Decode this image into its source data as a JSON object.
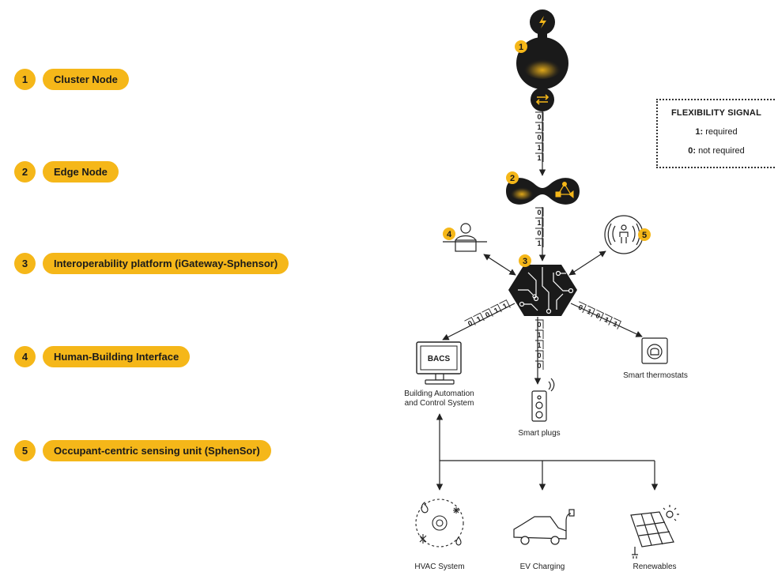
{
  "legend": [
    {
      "num": "1",
      "label": "Cluster Node"
    },
    {
      "num": "2",
      "label": "Edge Node"
    },
    {
      "num": "3",
      "label": "Interoperability platform (iGateway-Sphensor)"
    },
    {
      "num": "4",
      "label": "Human-Building Interface"
    },
    {
      "num": "5",
      "label": "Occupant-centric sensing unit (SphenSor)"
    }
  ],
  "flexibility_signal": {
    "title": "FLEXIBILITY SIGNAL",
    "required_key": "1:",
    "required_text": "required",
    "not_required_key": "0:",
    "not_required_text": "not required"
  },
  "nodes": {
    "n1": "1",
    "n2": "2",
    "n3": "3",
    "n4": "4",
    "n5": "5",
    "bacs": "BACS"
  },
  "labels": {
    "bacs_line1": "Building Automation",
    "bacs_line2": "and Control System",
    "smart_thermostats": "Smart thermostats",
    "smart_plugs": "Smart plugs",
    "hvac": "HVAC System",
    "ev": "EV Charging",
    "renewables": "Renewables"
  },
  "bit_streams": {
    "cluster_to_edge": [
      "0",
      "1",
      "0",
      "1",
      "1"
    ],
    "edge_to_platform": [
      "0",
      "1",
      "0",
      "1"
    ],
    "platform_to_bacs": [
      "0",
      "1",
      "0",
      "1",
      "1"
    ],
    "platform_to_plugs": [
      "0",
      "1",
      "1",
      "0",
      "0"
    ],
    "platform_to_thermostats": [
      "0",
      "1",
      "0",
      "1",
      "1"
    ]
  },
  "colors": {
    "accent": "#f5b719",
    "dark": "#1a1a1a",
    "line": "#222222"
  }
}
